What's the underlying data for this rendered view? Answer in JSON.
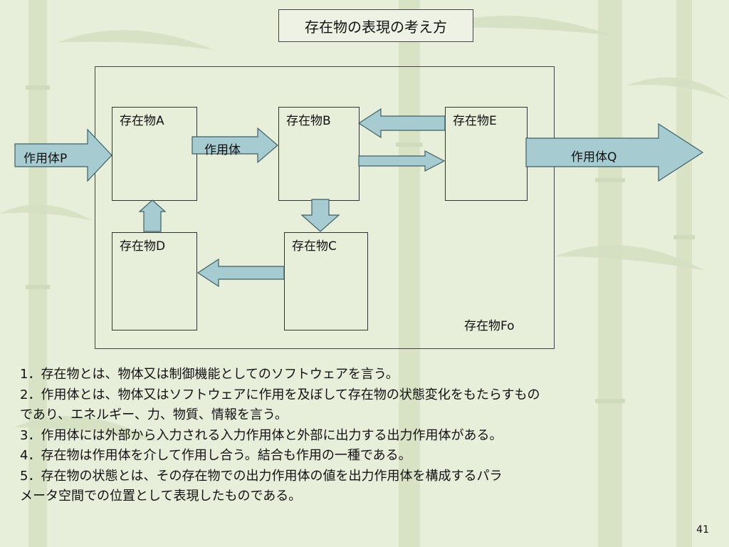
{
  "title": "存在物の表現の考え方",
  "frame_label": "存在物Fo",
  "boxes": {
    "a": "存在物A",
    "b": "存在物B",
    "c": "存在物C",
    "d": "存在物D",
    "e": "存在物E"
  },
  "arrows": {
    "p": "作用体P",
    "ab": "作用体",
    "q": "作用体Q"
  },
  "lines": [
    "1．存在物とは、物体又は制御機能としてのソフトウェアを言う。",
    "2．作用体とは、物体又はソフトウェアに作用を及ぼして存在物の状態変化をもたらすもの",
    "であり、エネルギー、力、物質、情報を言う。",
    "3．作用体には外部から入力される入力作用体と外部に出力する出力作用体がある。",
    "4．存在物は作用体を介して作用し合う。結合も作用の一種である。",
    "5．存在物の状態とは、その存在物での出力作用体の値を出力作用体を構成するパラ",
    "メータ空間での位置として表現したものである。"
  ],
  "page_number": "41",
  "colors": {
    "background": "#e7eeda",
    "arrow_fill": "#a6ccd2",
    "arrow_stroke": "#3f5f66"
  }
}
